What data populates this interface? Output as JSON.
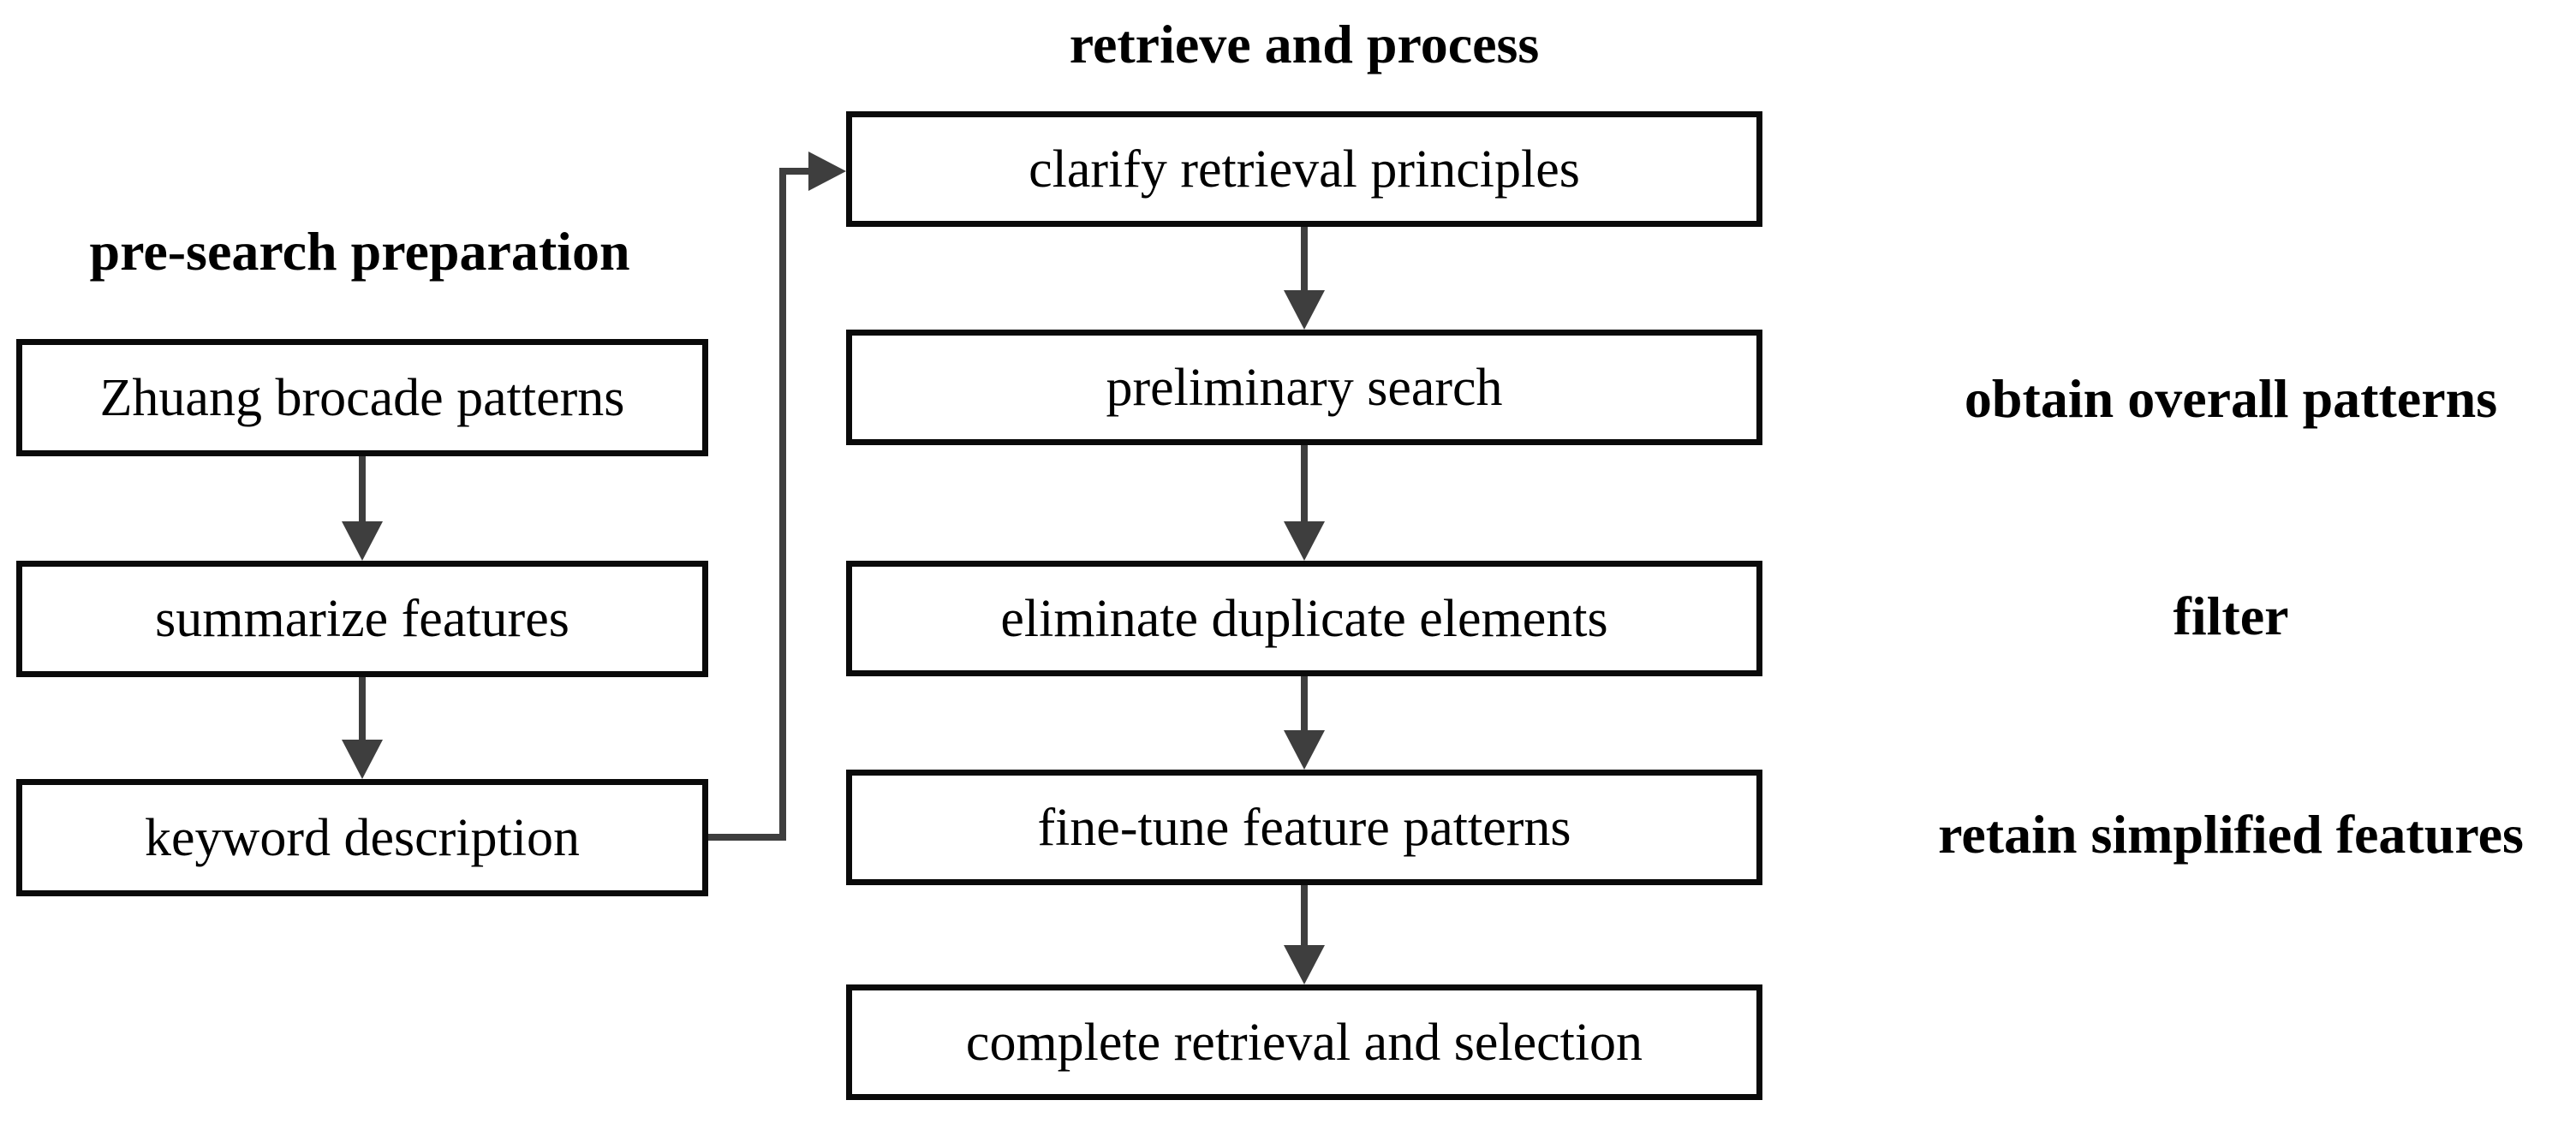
{
  "diagram": {
    "background_color": "#ffffff",
    "box_border_color": "#0a0a0a",
    "arrow_color": "#3e3e3e",
    "text_color": "#000000",
    "left_column": {
      "title": "pre-search preparation",
      "boxes": [
        "Zhuang brocade patterns",
        "summarize features",
        "keyword description"
      ]
    },
    "middle_column": {
      "title": "retrieve and process",
      "boxes": [
        "clarify retrieval principles",
        "preliminary search",
        "eliminate duplicate elements",
        "fine-tune feature patterns",
        "complete retrieval and selection"
      ]
    },
    "right_annotations": [
      "obtain overall patterns",
      "filter",
      "retain simplified features"
    ]
  }
}
